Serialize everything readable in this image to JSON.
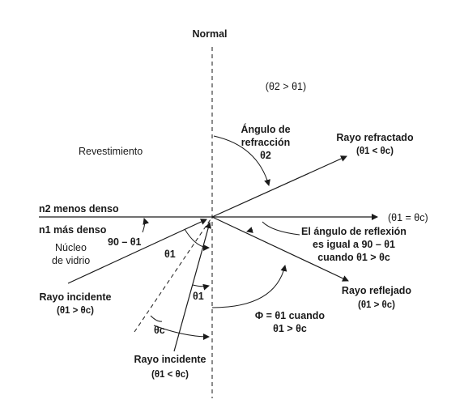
{
  "labels": {
    "normal": "Normal",
    "cond_top": "(θ2 > θ1)",
    "angulo_refraccion_1": "Ángulo de",
    "angulo_refraccion_2": "refracción",
    "theta2": "θ2",
    "rayo_refractado": "Rayo refractado",
    "rayo_refractado_cond": "(θ1 < θc)",
    "revestimiento": "Revestimiento",
    "n2": "n2 menos denso",
    "n1": "n1 más denso",
    "theta_eq": "(θ1 = θc)",
    "nucleo_1": "Núcleo",
    "nucleo_2": "de vidrio",
    "noventa": "90 – θ1",
    "theta1_a": "θ1",
    "reflexion_1": "El ángulo de reflexión",
    "reflexion_2": "es igual a 90 – θ1",
    "reflexion_3": "cuando θ1 > θc",
    "rayo_incidente_left": "Rayo incidente",
    "rayo_incidente_left_cond": "(θ1 > θc)",
    "theta1_b": "θ1",
    "rayo_reflejado": "Rayo reflejado",
    "rayo_reflejado_cond": "(θ1 > θc)",
    "phi_1": "Φ = θ1 cuando",
    "phi_2": "θ1 > θc",
    "thetac": "θc",
    "rayo_incidente_bottom": "Rayo incidente",
    "rayo_incidente_bottom_cond": "(θ1 < θc)"
  }
}
